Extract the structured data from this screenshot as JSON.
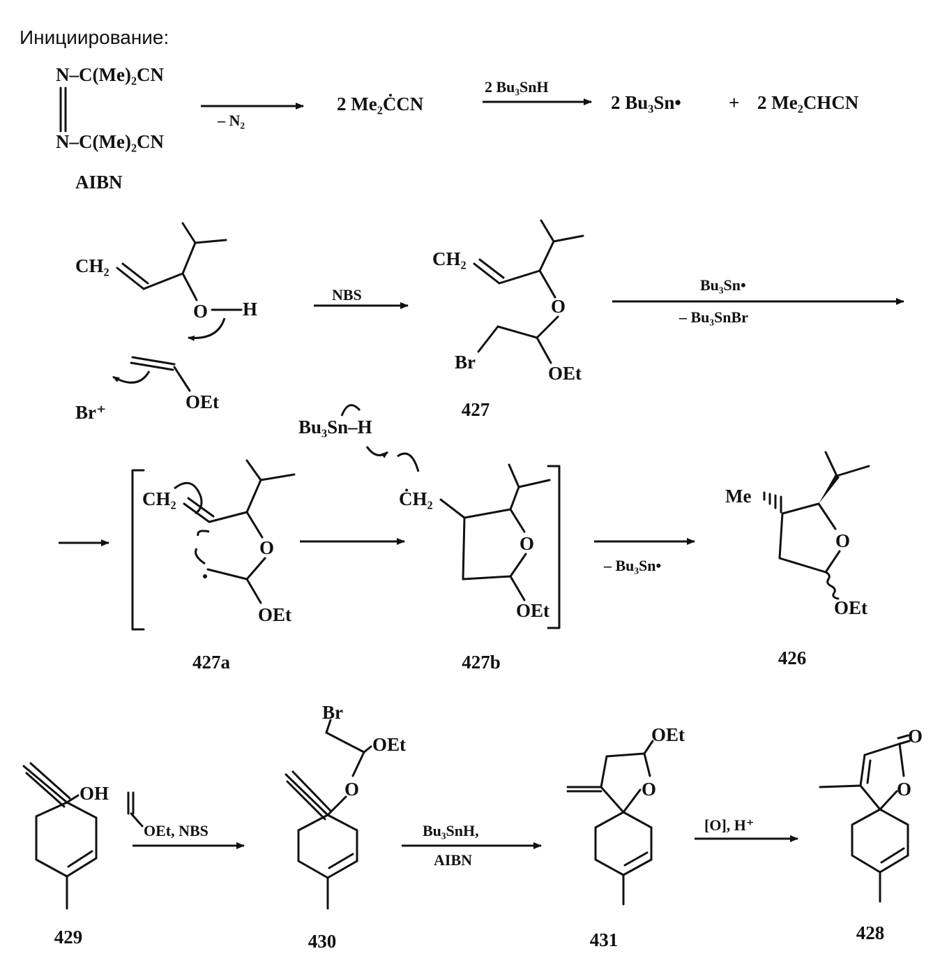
{
  "header": "Инициирование:",
  "initiation": {
    "aibn_top": "N–C(Me)₂CN",
    "aibn_bottom": "N–C(Me)₂CN",
    "aibn_label": "AIBN",
    "arrow1_below": "– N₂",
    "radical1": "2 Me₂ĊCN",
    "arrow2_above": "2 Bu₃SnH",
    "product1": "2 Bu₃Sn•",
    "plus": "+",
    "product2": "2 Me₂CHCN"
  },
  "row2": {
    "ch2_a": "CH₂",
    "o_a": "O",
    "h_a": "H",
    "br_plus": "Br⁺",
    "oet_a": "OEt",
    "arrow_nbs": "NBS",
    "ch2_b": "CH₂",
    "o_b": "O",
    "br_b": "Br",
    "oet_b": "OEt",
    "label_427": "427",
    "arrow_above": "Bu₃Sn•",
    "arrow_below": "– Bu₃SnBr"
  },
  "row3": {
    "bu3snh": "Bu₃Sn–H",
    "ch2_a": "CH₂",
    "o_a": "O",
    "oet_a": "OEt",
    "label_427a": "427a",
    "ch2_b": "ĊH₂",
    "o_b": "O",
    "oet_b": "OEt",
    "label_427b": "427b",
    "arrow_below": "– Bu₃Sn•",
    "me": "Me",
    "o_c": "O",
    "oet_c": "OEt",
    "label_426": "426"
  },
  "row4": {
    "oh": "OH",
    "label_429": "429",
    "reagent1": "OEt, NBS",
    "br": "Br",
    "oet_430": "OEt",
    "o_430": "O",
    "label_430": "430",
    "arrow2_above": "Bu₃SnH,",
    "arrow2_below": "AIBN",
    "oet_431": "OEt",
    "o_431": "O",
    "label_431": "431",
    "arrow3_above": "[O],  H⁺",
    "o_428_ring": "O",
    "o_428_carbonyl": "O",
    "label_428": "428"
  }
}
